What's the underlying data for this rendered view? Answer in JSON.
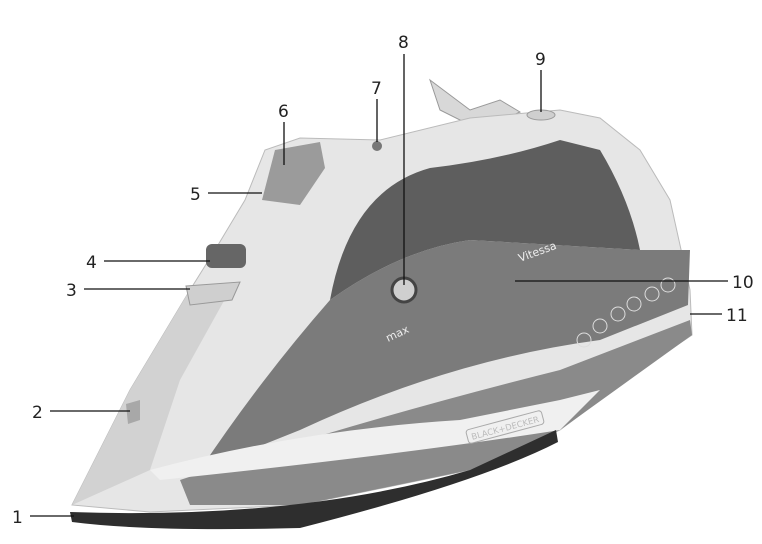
{
  "product_markings": {
    "model": "Vitessa",
    "fill_mark": "max",
    "brand": "BLACK+DECKER"
  },
  "callouts": [
    {
      "label": "1"
    },
    {
      "label": "2"
    },
    {
      "label": "3"
    },
    {
      "label": "4"
    },
    {
      "label": "5"
    },
    {
      "label": "6"
    },
    {
      "label": "7"
    },
    {
      "label": "8"
    },
    {
      "label": "9"
    },
    {
      "label": "10"
    },
    {
      "label": "11"
    }
  ],
  "colors": {
    "body_light": "#e4e4e4",
    "body_dark": "#7b7b7b",
    "soleplate": "#2e2e2e"
  }
}
